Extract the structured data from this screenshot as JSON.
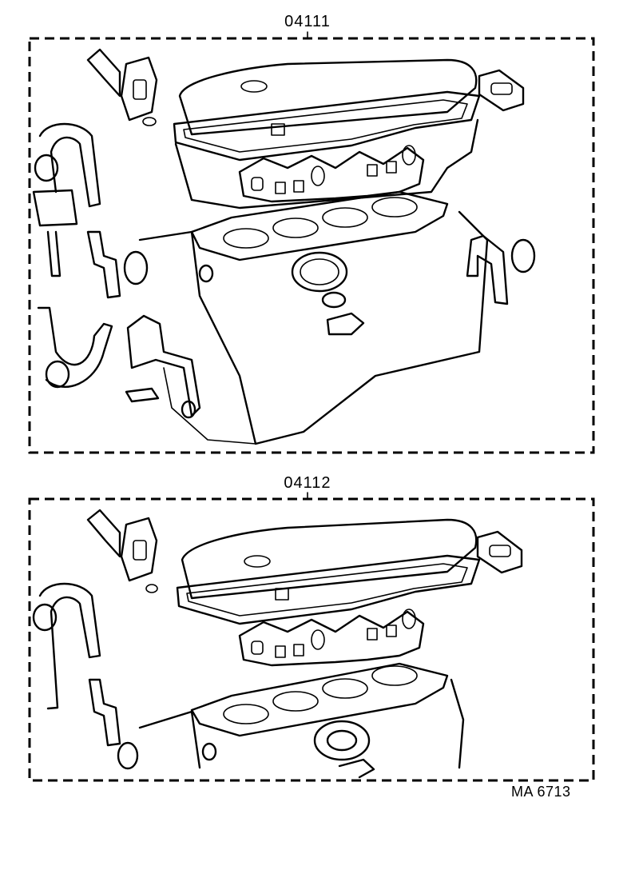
{
  "kits": [
    {
      "part_number": "04111"
    },
    {
      "part_number": "04112"
    }
  ],
  "illustration_code": "MA 6713"
}
